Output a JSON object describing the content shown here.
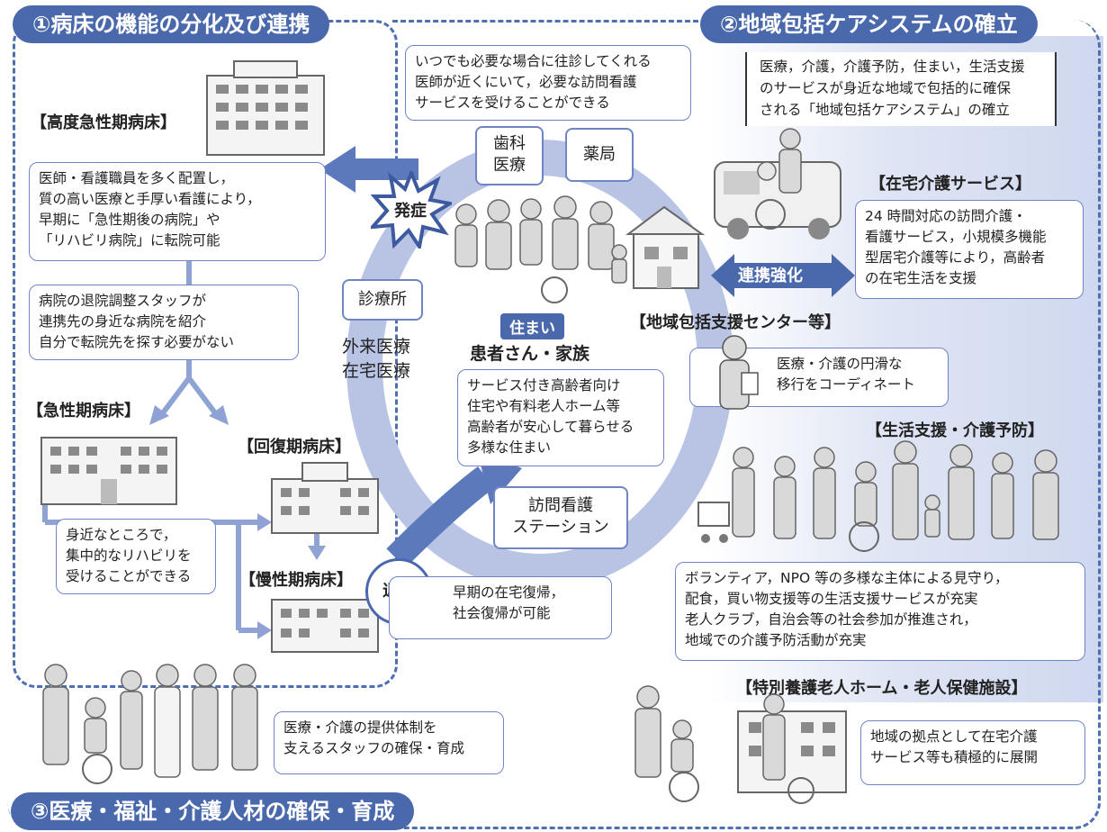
{
  "sections": {
    "s1": "①病床の機能の分化及び連携",
    "s2": "②地域包括ケアシステムの確立",
    "s3": "③医療・福祉・介護人材の確保・育成"
  },
  "left": {
    "high_acute_label": "【高度急性期病床】",
    "high_acute_box": [
      "医師・看護職員を多く配置し，",
      "質の高い医療と手厚い看護により，",
      "早期に「急性期後の病院」や",
      "「リハビリ病院」に転院可能"
    ],
    "discharge_box": [
      "病院の退院調整スタッフが",
      "連携先の身近な病院を紹介",
      "自分で転院先を探す必要がない"
    ],
    "acute_label": "【急性期病床】",
    "recovery_label": "【回復期病床】",
    "chronic_label": "【慢性期病床】",
    "rehab_box": [
      "身近なところで，",
      "集中的なリハビリを",
      "受けることができる"
    ]
  },
  "center": {
    "top_box": [
      "いつでも必要な場合に往診してくれる",
      "医師が近くにいて，必要な訪問看護",
      "サービスを受けることができる"
    ],
    "dental": [
      "歯科",
      "医療"
    ],
    "pharmacy": "薬局",
    "onset": "発症",
    "clinic": "診療所",
    "outpatient": [
      "外来医療",
      "在宅医療"
    ],
    "housing_badge": "住まい",
    "patient_family": "患者さん・家族",
    "housing_box": [
      "サービス付き高齢者向け",
      "住宅や有料老人ホーム等",
      "高齢者が安心して暮らせる",
      "多様な住まい"
    ],
    "visiting_nursing": [
      "訪問看護",
      "ステーション"
    ],
    "discharge": "退院",
    "early_return_box": [
      "早期の在宅復帰，",
      "社会復帰が可能"
    ]
  },
  "right": {
    "system_note": [
      "医療，介護，介護予防，住まい，生活支援",
      "のサービスが身近な地域で包括的に確保",
      "される「地域包括ケアシステム」の確立"
    ],
    "home_care_label": "【在宅介護サービス】",
    "home_care_box": [
      "24 時間対応の訪問介護・",
      "看護サービス，小規模多機能",
      "型居宅介護等により，高齢者",
      "の在宅生活を支援"
    ],
    "cooperation": "連携強化",
    "center_label": "【地域包括支援センター等】",
    "coordinate_box": [
      "医療・介護の円滑な",
      "移行をコーディネート"
    ],
    "life_support_label": "【生活支援・介護予防】",
    "volunteer_box": [
      "ボランティア，NPO 等の多様な主体による見守り，",
      "配食，買い物支援等の生活支援サービスが充実",
      "老人クラブ，自治会等の社会参加が推進され，",
      "地域での介護予防活動が充実"
    ],
    "facility_label": "【特別養護老人ホーム・老人保健施設】",
    "facility_box": [
      "地域の拠点として在宅介護",
      "サービス等も積極的に展開"
    ]
  },
  "bottom": {
    "staff_box": [
      "医療・介護の提供体制を",
      "支えるスタッフの確保・育成"
    ]
  }
}
